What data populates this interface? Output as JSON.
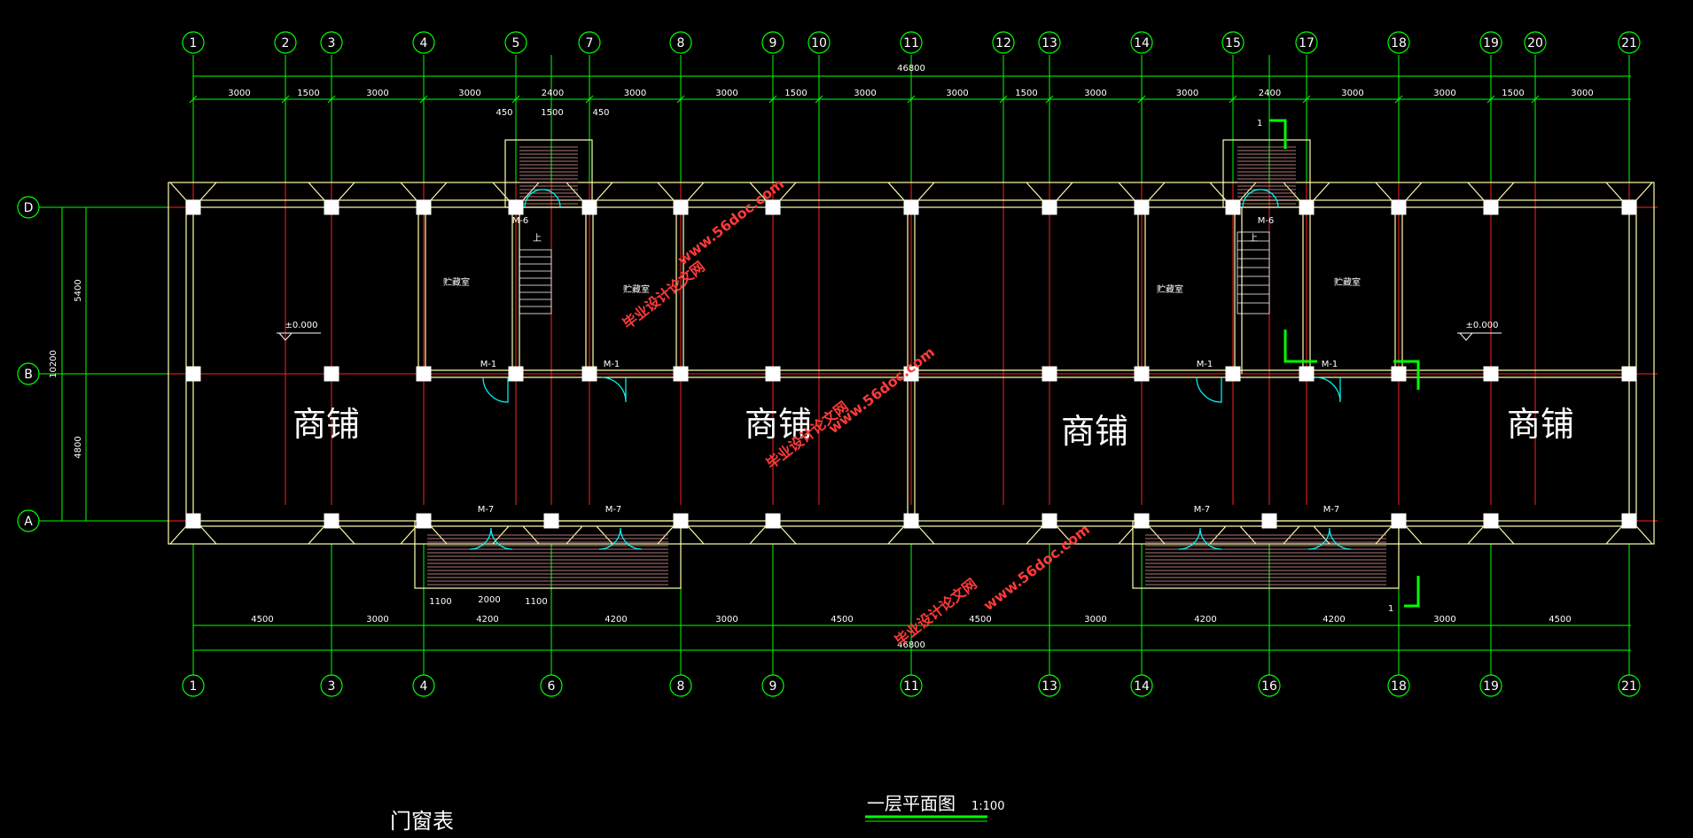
{
  "drawing": {
    "title": "一层平面图",
    "scale": "1:100",
    "door_window_table": "门窗表",
    "watermark_site": "www.56doc.com",
    "watermark_name": "毕业设计论文网"
  },
  "axes_top": [
    "1",
    "2",
    "3",
    "4",
    "5",
    "7",
    "8",
    "9",
    "10",
    "11",
    "12",
    "13",
    "14",
    "15",
    "17",
    "18",
    "19",
    "20",
    "21"
  ],
  "axes_bottom": [
    "1",
    "3",
    "4",
    "6",
    "8",
    "9",
    "11",
    "13",
    "14",
    "16",
    "18",
    "19",
    "21"
  ],
  "axes_left": [
    "D",
    "B",
    "A"
  ],
  "dims": {
    "top_total": "46800",
    "top_segments": [
      "3000",
      "1500",
      "3000",
      "3000",
      "2400",
      "3000",
      "3000",
      "1500",
      "3000",
      "3000",
      "1500",
      "3000",
      "3000",
      "2400",
      "3000",
      "3000",
      "1500",
      "3000"
    ],
    "stair_front": [
      "450",
      "1500",
      "450"
    ],
    "bottom_segments": [
      "4500",
      "3000",
      "4200",
      "4200",
      "3000",
      "4500",
      "4500",
      "3000",
      "4200",
      "4200",
      "3000",
      "4500"
    ],
    "bottom_total": "46800",
    "entrance": [
      "1100",
      "2000",
      "1100"
    ],
    "left_total": "10200",
    "left_segments": [
      "5400",
      "4800"
    ],
    "elevation": "±0.000"
  },
  "rooms": {
    "shop": "商铺",
    "storage": "贮藏室",
    "stair_up": "上"
  },
  "door_labels": {
    "m1": "M-1",
    "m6": "M-6",
    "m7": "M-7"
  },
  "section_mark": "1",
  "colors": {
    "background": "#000000",
    "grid": "#00ff00",
    "axis_line": "#ff0000",
    "wall": "#ffffaa",
    "door": "#00ffff",
    "watermark": "#ff3a3a"
  }
}
